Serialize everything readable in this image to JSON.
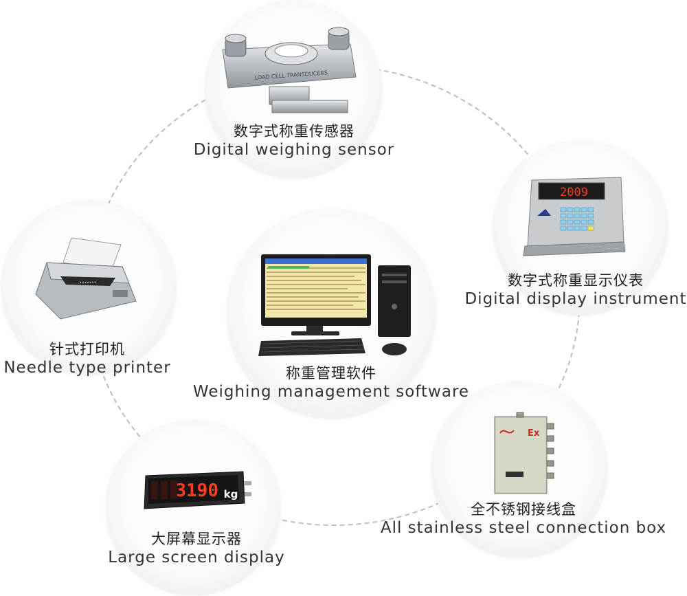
{
  "nodes": {
    "sensor": {
      "zh": "数字式称重传感器",
      "en": "Digital weighing sensor",
      "device_text": "LOAD CELL TRANSDUCERS"
    },
    "display": {
      "zh": "数字式称重显示仪表",
      "en": "Digital display instrument",
      "device_text": "2009"
    },
    "software": {
      "zh": "称重管理软件",
      "en": "Weighing management software"
    },
    "printer": {
      "zh": "针式打印机",
      "en": "Needle type printer"
    },
    "large": {
      "zh": "大屏幕显示器",
      "en": "Large screen display",
      "device_text": "3190",
      "unit": "kg"
    },
    "box": {
      "zh": "全不锈钢接线盒",
      "en": "All stainless steel connection box",
      "device_text": "Ex"
    }
  },
  "colors": {
    "connector": "#bdbdbd",
    "label_text": "#222222",
    "led": "#ff3b1f"
  }
}
